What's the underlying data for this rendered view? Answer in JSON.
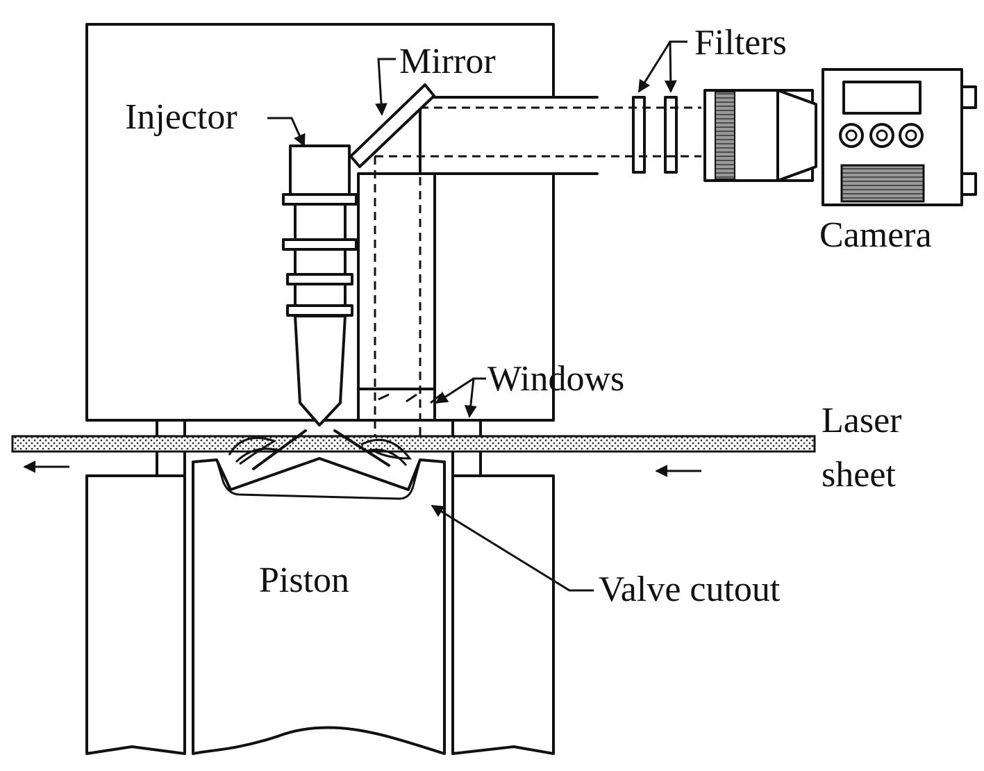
{
  "labels": {
    "mirror": "Mirror",
    "filters": "Filters",
    "injector": "Injector",
    "camera": "Camera",
    "windows": "Windows",
    "laser_line1": "Laser",
    "laser_line2": "sheet",
    "piston": "Piston",
    "valve_cutout": "Valve cutout"
  },
  "colors": {
    "ink": "#111111",
    "background": "#ffffff"
  }
}
